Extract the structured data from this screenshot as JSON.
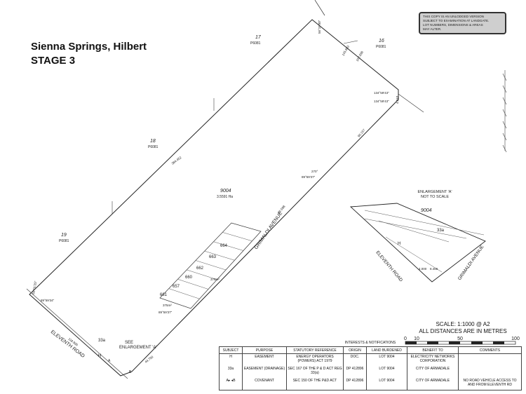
{
  "title": {
    "line1": "Sienna Springs, Hilbert",
    "line2": "STAGE 3"
  },
  "stamp": {
    "lines": [
      "THIS COPY IS AN UNLODGED VERSION",
      "SUBJECT TO EXAMINATION AT LANDGATE.",
      "LOT NUMBERS, DIMENSIONS & AREAS",
      "MAY ALTER."
    ]
  },
  "lots": [
    {
      "number": "17",
      "plan": "P6081"
    },
    {
      "number": "16",
      "plan": "P6081"
    },
    {
      "number": "18",
      "plan": "P6081"
    },
    {
      "number": "19",
      "plan": "P6081"
    }
  ],
  "main_lot": {
    "number": "9004",
    "area": "3.5591 Ha"
  },
  "roads": {
    "grimaldi": "GRIMALDI AVENUE",
    "eleventh": "ELEVENTH ROAD"
  },
  "dimensions": {
    "top_bearing": "56°15'00\"",
    "top_length": "145.663",
    "right_top": "102.598",
    "brg_1": "134°59'43\"",
    "brg_2": "134°59'43\"",
    "dist_1": "4.243",
    "right_mid": "90.157",
    "left_long": "384.452",
    "brg_3": "270°",
    "brg_4": "89°59'37\"",
    "avenue_frontage": "92.588",
    "left_bearing": "50°01'25\"",
    "left_brg_2": "89°59'34\"",
    "eleventh_frontage": "118.900",
    "lot_661": "661",
    "lot_660": "660",
    "lot_657": "657",
    "lot_662": "662",
    "lot_663": "663",
    "lot_664": "664",
    "area_375": "375m²",
    "area_376": "376m²",
    "bottom_dist": "44.750",
    "brg_5": "89°59'37\""
  },
  "see_enlargement": {
    "line1": "SEE",
    "line2": "ENLARGEMENT 'A'"
  },
  "enlargement": {
    "title_1": "ENLARGEMENT 'A'",
    "title_2": "NOT TO SCALE",
    "lot": "9004",
    "road_1": "ELEVENTH ROAD",
    "road_2": "GRIMALDI AVENUE",
    "label_33a": "33a",
    "label_h": "H",
    "dist_a": "4.000",
    "dist_b": "8.466"
  },
  "labels": {
    "l33a": "33a",
    "lh": "H",
    "la": "A",
    "lb": "B"
  },
  "scale": {
    "line1": "SCALE: 1:1000 @ A2",
    "line2": "ALL DISTANCES ARE IN METRES",
    "ticks": [
      "0",
      "10",
      "50",
      "100"
    ]
  },
  "notifications": {
    "caption": "INTERESTS & NOTIFICATIONS",
    "headers": [
      "SUBJECT",
      "PURPOSE",
      "STATUTORY REFERENCE",
      "ORIGIN",
      "LAND BURDENED",
      "BENEFIT TO",
      "COMMENTS"
    ],
    "rows": [
      [
        "H",
        "EASEMENT",
        "ENERGY OPERATORS (POWERS) ACT 1979",
        "DOC.",
        "LOT 9004",
        "ELECTRICITY NETWORKS CORPORATION",
        ""
      ],
      [
        "33a",
        "EASEMENT (DRAINAGE)",
        "SEC 167 OF THE P & D ACT REG 33(a)",
        "DP 412896",
        "LOT 9004",
        "CITY OF ARMADALE",
        ""
      ],
      [
        "A▸ ◂B",
        "COVENANT",
        "SEC 150 OF THE P&D ACT",
        "DP 412896",
        "LOT 9004",
        "CITY OF ARMADALE",
        "NO ROAD VEHICLE ACCESS TO AND FROM ELEVENTH RD"
      ]
    ]
  }
}
